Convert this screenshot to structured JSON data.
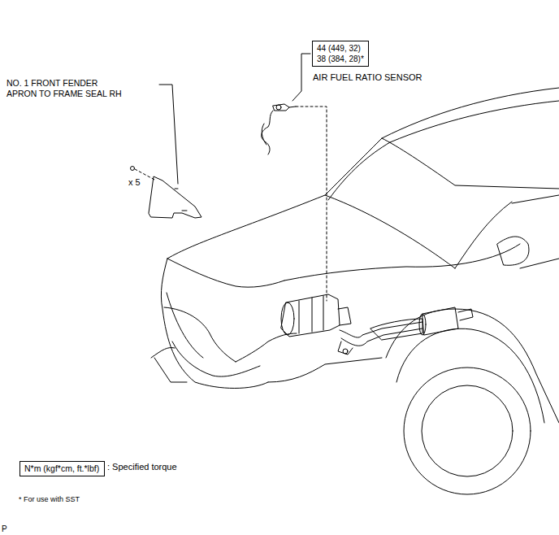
{
  "diagram": {
    "nodes": [
      {
        "text": [
          "44 (449, 32)",
          "38 (384, 28)*"
        ]
      },
      {
        "text": [
          "N*m (kgf*cm, ft.*lbf)"
        ]
      }
    ],
    "labels": [
      "AIR FUEL RATIO SENSOR",
      "NO. 1 FRONT FENDER APRON TO FRAME SEAL RH",
      "x 5",
      ": Specified torque",
      "* For use with SST",
      "P"
    ]
  }
}
